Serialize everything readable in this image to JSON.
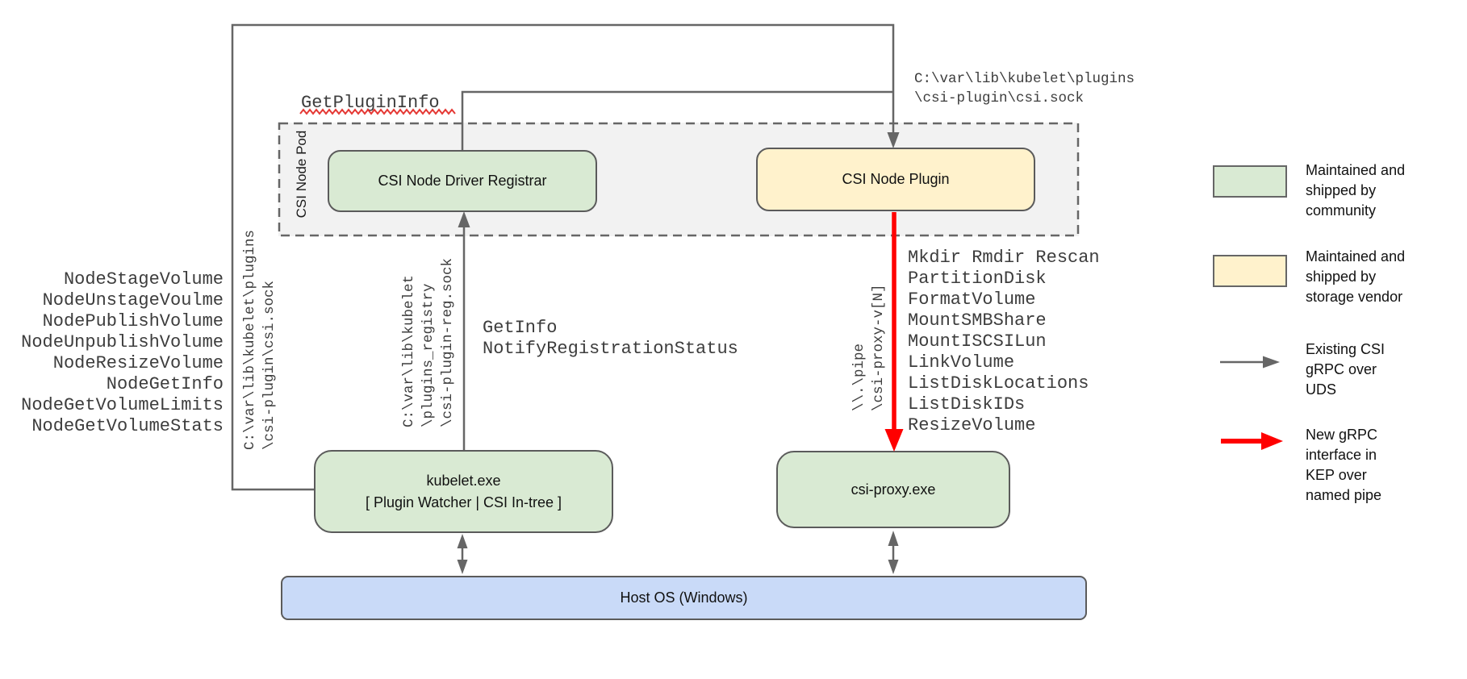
{
  "nodes": {
    "pod_label": "CSI Node Pod",
    "registrar": "CSI Node Driver Registrar",
    "plugin": "CSI Node Plugin",
    "kubelet_line1": "kubelet.exe",
    "kubelet_line2": "[ Plugin Watcher | CSI In-tree ]",
    "proxy": "csi-proxy.exe",
    "host": "Host OS (Windows)"
  },
  "labels": {
    "get_plugin_info": "GetPluginInfo",
    "plugin_socket_lines": [
      "C:\\var\\lib\\kubelet\\plugins",
      "\\csi-plugin\\csi.sock"
    ],
    "kubelet_socket_rotated": [
      "C:\\var\\lib\\kubelet\\plugins",
      "\\csi-plugin\\csi.sock"
    ],
    "registration_socket_rotated": [
      "C:\\var\\lib\\kubelet",
      "\\plugins_registry",
      "\\csi-plugin-reg.sock"
    ],
    "pipe_rotated": [
      "\\\\.\\pipe",
      "\\csi-proxy-v[N]"
    ],
    "registration_calls": [
      "GetInfo",
      "NotifyRegistrationStatus"
    ],
    "node_calls": [
      "NodeStageVolume",
      "NodeUnstageVoulme",
      "NodePublishVolume",
      "NodeUnpublishVolume",
      "NodeResizeVolume",
      "NodeGetInfo",
      "NodeGetVolumeLimits",
      "NodeGetVolumeStats"
    ],
    "proxy_calls": [
      "Mkdir Rmdir Rescan",
      "PartitionDisk",
      "FormatVolume",
      "MountSMBShare",
      "MountISCSILun",
      "LinkVolume",
      "ListDiskLocations",
      "ListDiskIDs",
      "ResizeVolume"
    ]
  },
  "legend": {
    "items": [
      {
        "swatch": "green",
        "text": "Maintained and\nshipped by\ncommunity"
      },
      {
        "swatch": "yellow",
        "text": "Maintained and\nshipped by\nstorage vendor"
      },
      {
        "arrow": "gray",
        "text": "Existing CSI\ngRPC over\nUDS"
      },
      {
        "arrow": "red",
        "text": "New gRPC\ninterface in\nKEP over\nnamed pipe"
      }
    ]
  },
  "colors": {
    "community_green": "#d9ead3",
    "vendor_yellow": "#fff2cc",
    "host_blue": "#c9daf8",
    "pod_gray": "#f2f2f2",
    "line_gray": "#666666",
    "border_gray": "#5b5b5b",
    "new_rpc_red": "#ff0000",
    "squiggle_red": "#e53935"
  }
}
